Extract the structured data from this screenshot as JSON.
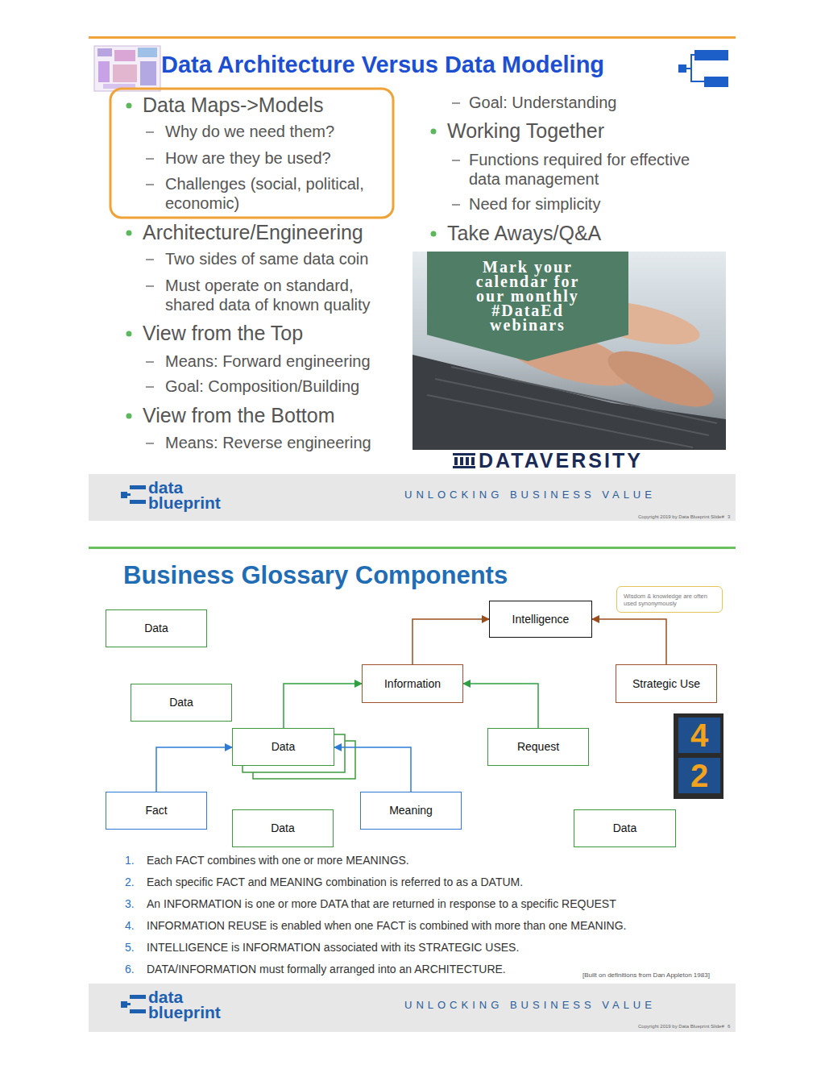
{
  "diagram": {
    "title": "Business Glossary Components",
    "nodes": [
      {
        "text": [
          "Mark your calendar for our monthly #DataEd webinars"
        ]
      },
      {
        "text": [
          "Wisdom & knowledge are often used synonymously"
        ]
      },
      {
        "text": [
          "Intelligence"
        ]
      },
      {
        "text": [
          "Data"
        ]
      },
      {
        "text": [
          "Information"
        ]
      },
      {
        "text": [
          "Strategic Use"
        ]
      },
      {
        "text": [
          "Data"
        ]
      },
      {
        "text": [
          "Data"
        ]
      },
      {
        "text": [
          "Request"
        ]
      },
      {
        "text": [
          "Fact"
        ]
      },
      {
        "text": [
          "Meaning"
        ]
      },
      {
        "text": [
          "Data"
        ]
      },
      {
        "text": [
          "Data"
        ]
      }
    ],
    "edges": [
      {
        "from": 9,
        "to": 7,
        "arrow": "to"
      },
      {
        "from": 10,
        "to": 7,
        "arrow": "to"
      },
      {
        "from": 7,
        "to": 4,
        "arrow": "to"
      },
      {
        "from": 8,
        "to": 4,
        "arrow": "to"
      },
      {
        "from": 4,
        "to": 2,
        "arrow": "to"
      },
      {
        "from": 5,
        "to": 2,
        "arrow": "to"
      }
    ],
    "labels": [
      "Data Architecture Versus Data Modeling",
      "Data Maps->Models",
      "Why do we need them?",
      "How are they be used?",
      "Challenges (social, political, economic)",
      "Architecture/Engineering",
      "Two sides of same data coin",
      "Must operate on standard, shared data of known quality",
      "View from the Top",
      "Means: Forward engineering",
      "Goal: Composition/Building",
      "View from the Bottom",
      "Means: Reverse engineering",
      "Goal: Understanding",
      "Working Together",
      "Functions required for effective data management",
      "Need for simplicity",
      "Take Aways/Q&A",
      "DATAVERSITY",
      "data",
      "blueprint",
      "UNLOCKING BUSINESS VALUE",
      "Copyright 2019 by Data Blueprint Slide#",
      "3",
      "4",
      "2",
      "1.",
      "Each FACT combines with one or more MEANINGS.",
      "2.",
      "Each specific FACT and MEANING combination is referred to as a DATUM.",
      "3.",
      "An INFORMATION is one or more DATA that are returned in response to a specific REQUEST",
      "4.",
      "INFORMATION REUSE is enabled when one FACT is combined with more than one MEANING.",
      "5.",
      "INTELLIGENCE is INFORMATION associated with its STRATEGIC USES.",
      "6.",
      "DATA/INFORMATION must formally arranged into an ARCHITECTURE.",
      "[Built on definitions from Dan Appleton 1983]",
      "data",
      "blueprint",
      "UNLOCKING BUSINESS VALUE",
      "Copyright 2019 by Data Blueprint Slide#",
      "6"
    ]
  }
}
